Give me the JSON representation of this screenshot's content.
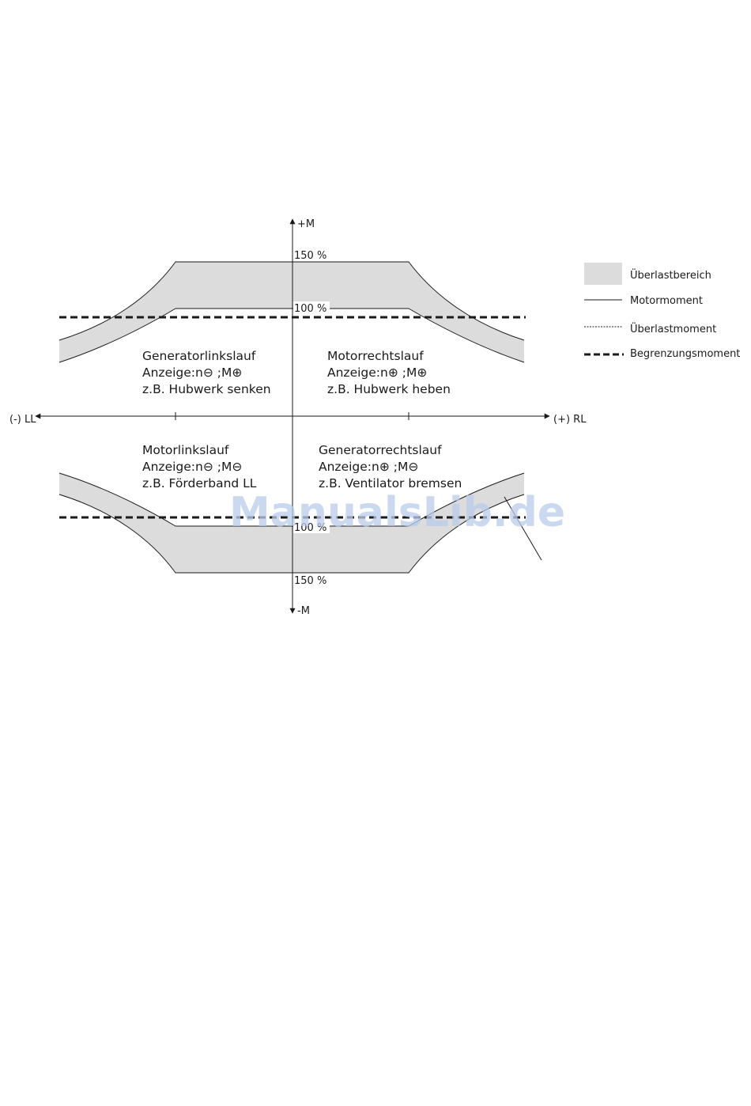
{
  "axes": {
    "y_pos": "+M",
    "y_neg": "-M",
    "x_neg": "(-) LL",
    "x_pos": "(+) RL"
  },
  "percent_labels": {
    "top_150": "150 %",
    "top_100": "100 %",
    "bottom_100": "100 %",
    "bottom_150": "150 %"
  },
  "quadrants": {
    "top_left": {
      "title": "Generatorlinkslauf",
      "display": "Anzeige:n⊖  ;M⊕",
      "example": "z.B. Hubwerk senken"
    },
    "top_right": {
      "title": "Motorrechtslauf",
      "display": "Anzeige:n⊕  ;M⊕",
      "example": "z.B. Hubwerk heben"
    },
    "bottom_left": {
      "title": "Motorlinkslauf",
      "display": "Anzeige:n⊖  ;M⊖",
      "example": "z.B. Förderband LL"
    },
    "bottom_right": {
      "title": "Generatorrechtslauf",
      "display": "Anzeige:n⊕  ;M⊖",
      "example": "z.B. Ventilator bremsen"
    }
  },
  "legend": [
    {
      "key": "overload-area",
      "label": "Überlastbereich"
    },
    {
      "key": "motor-torque",
      "label": "Motormoment"
    },
    {
      "key": "overload-torque",
      "label": "Überlastmoment"
    },
    {
      "key": "limit-torque",
      "label": "Begrenzungsmoment"
    }
  ],
  "watermark": "ManualsLib.de",
  "colors": {
    "overload_fill": "#dcdcdc",
    "line": "#1a1a1a",
    "watermark": "#b9cdea"
  }
}
